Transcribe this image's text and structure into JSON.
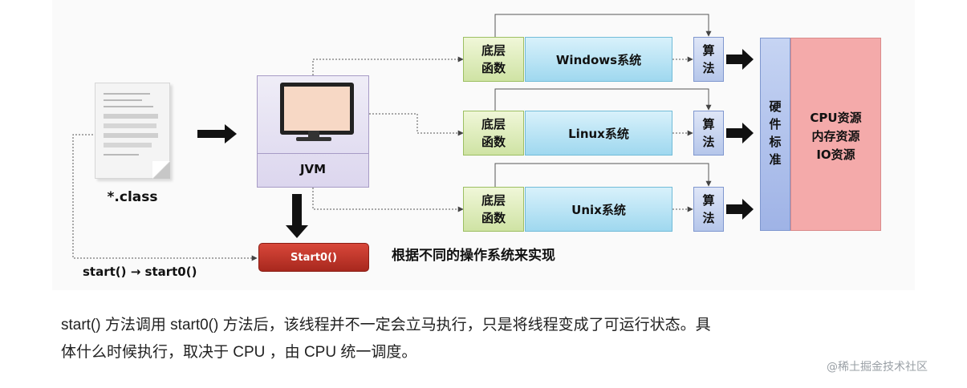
{
  "diagram": {
    "file_label": "*.class",
    "jvm_label": "JVM",
    "start0_label": "Start0()",
    "start_call_label": "start() → start0()",
    "impl_note": "根据不同的操作系统来实现",
    "rows": [
      {
        "func_line1": "底层",
        "func_line2": "函数",
        "os_label": "Windows系统",
        "algo_line1": "算",
        "algo_line2": "法"
      },
      {
        "func_line1": "底层",
        "func_line2": "函数",
        "os_label": "Linux系统",
        "algo_line1": "算",
        "algo_line2": "法"
      },
      {
        "func_line1": "底层",
        "func_line2": "函数",
        "os_label": "Unix系统",
        "algo_line1": "算",
        "algo_line2": "法"
      }
    ],
    "hardware": {
      "line1": "硬",
      "line2": "件",
      "line3": "标",
      "line4": "准"
    },
    "resources": {
      "line1": "CPU资源",
      "line2": "内存资源",
      "line3": "IO资源"
    }
  },
  "caption": {
    "line1": "start() 方法调用 start0() 方法后，该线程并不一定会立马执行，只是将线程变成了可运行状态。具",
    "line2": "体什么时候执行，取决于 CPU ，由 CPU 统一调度。"
  },
  "watermark": "@稀土掘金技术社区"
}
